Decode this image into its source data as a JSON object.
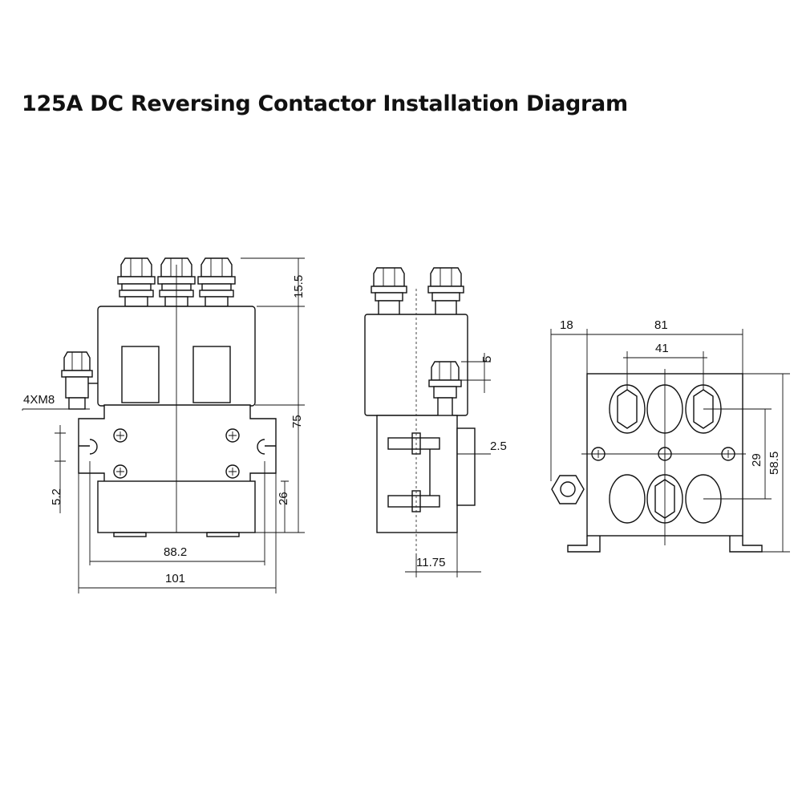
{
  "title": "125A DC Reversing Contactor Installation Diagram",
  "front_view": {
    "terminal_label": "4XM8",
    "dim_top": "15.5",
    "dim_height": "75",
    "dim_lower": "26",
    "dim_slot": "5.2",
    "dim_hole_spacing": "88.2",
    "dim_width": "101"
  },
  "side_view": {
    "dim_terminal": "5",
    "dim_tab": "2.5",
    "dim_offset": "11.75"
  },
  "bottom_view": {
    "dim_left": "18",
    "dim_length": "81",
    "dim_terminal_spacing": "41",
    "dim_mount_height": "29",
    "dim_depth": "58.5"
  }
}
